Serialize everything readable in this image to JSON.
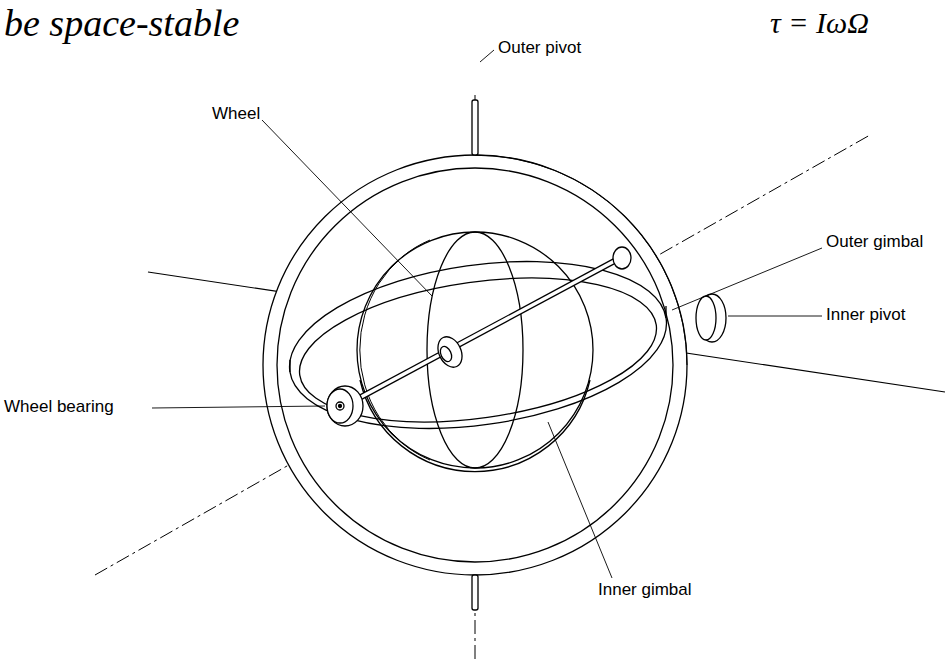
{
  "diagram": {
    "title": "be space-stable",
    "labels": [
      "τ = IωΩ",
      "Outer pivot",
      "Wheel",
      "Outer gimbal",
      "Inner pivot",
      "Wheel bearing",
      "Inner gimbal"
    ]
  }
}
